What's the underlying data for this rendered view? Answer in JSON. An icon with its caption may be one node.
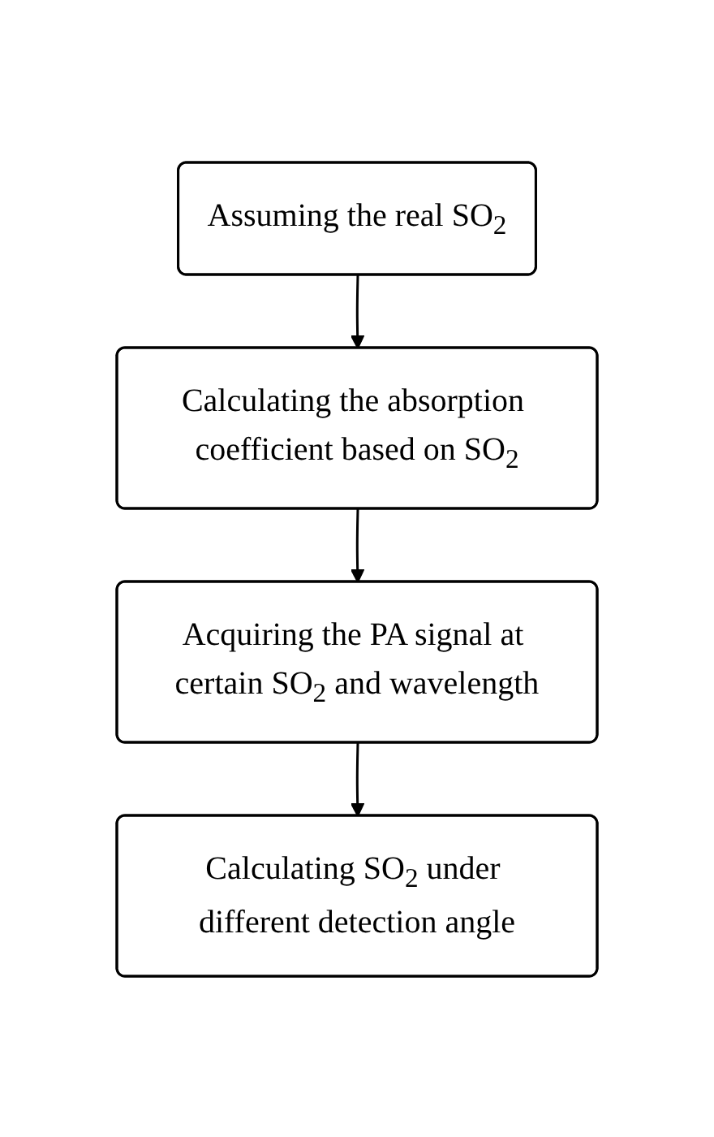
{
  "diagram": {
    "nodes": [
      {
        "text": [
          "Assuming the real SO$_{2}$"
        ]
      },
      {
        "text": [
          "Calculating the absorption coefficient based on SO$_{2}$"
        ]
      },
      {
        "text": [
          "Acquiring the PA signal at certain SO$_{2}$ and wavelength"
        ]
      },
      {
        "text": [
          "Calculating SO$_{2}$ under different detection angle"
        ]
      }
    ],
    "edges": [
      {
        "from": 0,
        "to": 1,
        "arrow": "to"
      },
      {
        "from": 1,
        "to": 2,
        "arrow": "to"
      },
      {
        "from": 2,
        "to": 3,
        "arrow": "to"
      }
    ]
  }
}
